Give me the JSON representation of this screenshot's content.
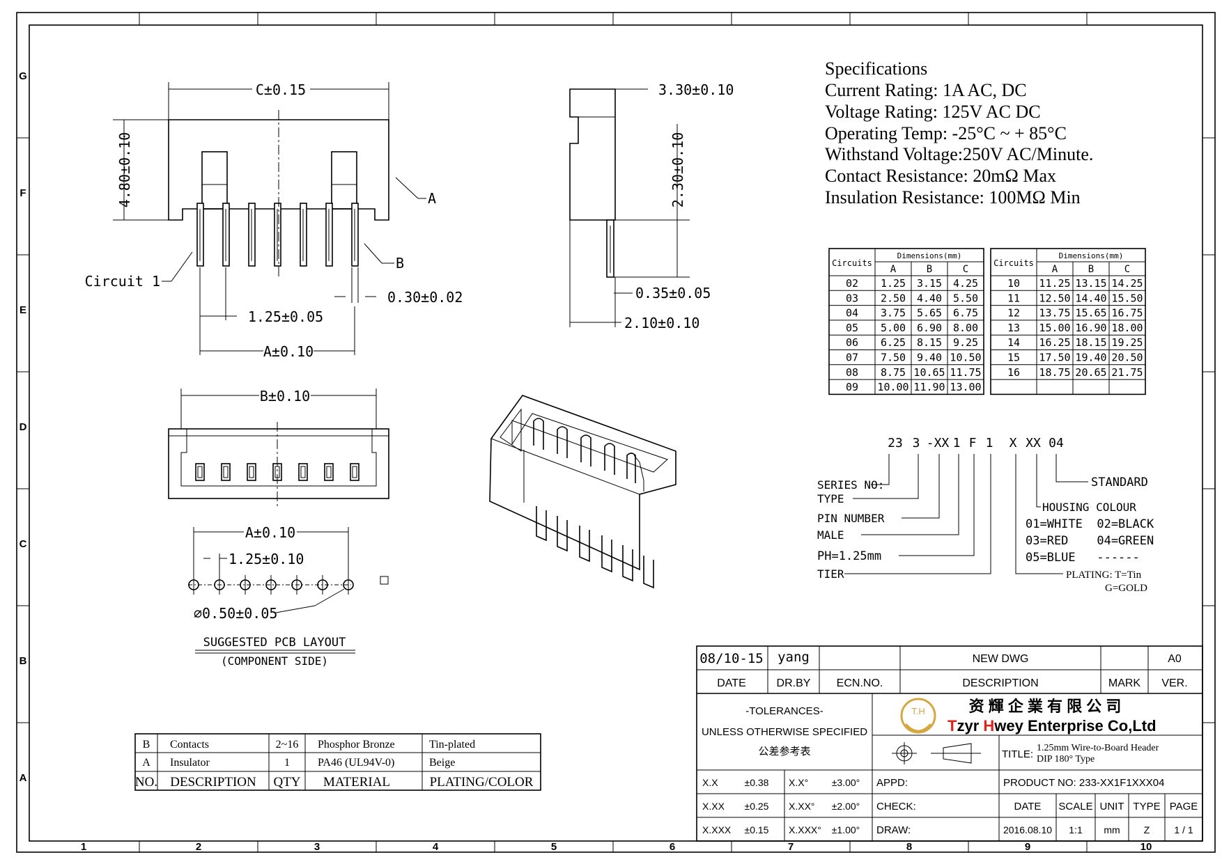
{
  "border": {
    "rows": [
      "G",
      "F",
      "E",
      "D",
      "C",
      "B",
      "A"
    ],
    "cols": [
      "1",
      "2",
      "3",
      "4",
      "5",
      "6",
      "7",
      "8",
      "9",
      "10"
    ]
  },
  "front_view": {
    "c_dim": "C±0.15",
    "height_dim": "4.80±0.10",
    "label_a": "A",
    "label_b": "B",
    "circuit1": "Circuit 1",
    "pin_width": "0.30±0.02",
    "pitch": "1.25±0.05",
    "a_dim": "A±0.10"
  },
  "side_view": {
    "depth": "3.30±0.10",
    "pin_len": "2.30±0.10",
    "pin_thk": "0.35±0.05",
    "base": "2.10±0.10"
  },
  "top_view": {
    "b_dim": "B±0.10"
  },
  "pcb_layout": {
    "a_dim": "A±0.10",
    "pitch": "1.25±0.10",
    "hole": "⌀0.50±0.05",
    "title": "SUGGESTED PCB LAYOUT",
    "subtitle": "(COMPONENT SIDE)"
  },
  "specifications": {
    "heading": "Specifications",
    "lines": [
      "Current Rating: 1A AC, DC",
      "Voltage Rating: 125V AC DC",
      "Operating Temp: -25°C ~ + 85°C",
      "Withstand Voltage:250V AC/Minute.",
      "Contact Resistance: 20mΩ Max",
      "Insulation Resistance: 100MΩ Min"
    ]
  },
  "dimension_table": {
    "circuits_label": "Circuits",
    "dims_label": "Dimensions(mm)",
    "cols": [
      "A",
      "B",
      "C"
    ],
    "left_rows": [
      [
        "02",
        "1.25",
        "3.15",
        "4.25"
      ],
      [
        "03",
        "2.50",
        "4.40",
        "5.50"
      ],
      [
        "04",
        "3.75",
        "5.65",
        "6.75"
      ],
      [
        "05",
        "5.00",
        "6.90",
        "8.00"
      ],
      [
        "06",
        "6.25",
        "8.15",
        "9.25"
      ],
      [
        "07",
        "7.50",
        "9.40",
        "10.50"
      ],
      [
        "08",
        "8.75",
        "10.65",
        "11.75"
      ],
      [
        "09",
        "10.00",
        "11.90",
        "13.00"
      ]
    ],
    "right_rows": [
      [
        "10",
        "11.25",
        "13.15",
        "14.25"
      ],
      [
        "11",
        "12.50",
        "14.40",
        "15.50"
      ],
      [
        "12",
        "13.75",
        "15.65",
        "16.75"
      ],
      [
        "13",
        "15.00",
        "16.90",
        "18.00"
      ],
      [
        "14",
        "16.25",
        "18.15",
        "19.25"
      ],
      [
        "15",
        "17.50",
        "19.40",
        "20.50"
      ],
      [
        "16",
        "18.75",
        "20.65",
        "21.75"
      ]
    ]
  },
  "part_code": {
    "code": [
      "23",
      "3",
      "-XX",
      "1",
      "F",
      "1",
      "X",
      "XX",
      "04"
    ],
    "series": "SERIES NO:",
    "type": "TYPE",
    "pin_number": "PIN NUMBER",
    "male": "MALE",
    "pitch": "PH=1.25mm",
    "tier": "TIER",
    "standard": "STANDARD",
    "housing": "HOUSING COLOUR",
    "colour1": "01=WHITE  02=BLACK",
    "colour2": "03=RED    04=GREEN",
    "colour3": "05=BLUE   ------",
    "plating1": "PLATING: T=Tin",
    "plating2": "G=GOLD"
  },
  "bom": {
    "rows": [
      [
        "B",
        "Contacts",
        "2~16",
        "Phosphor Bronze",
        "Tin-plated"
      ],
      [
        "A",
        "Insulator",
        "1",
        "PA46 (UL94V-0)",
        "Beige"
      ]
    ],
    "header": [
      "NO.",
      "DESCRIPTION",
      "QTY",
      "MATERIAL",
      "PLATING/COLOR"
    ]
  },
  "title_block": {
    "rev_date": "08/10-15",
    "rev_by": "yang",
    "rev_desc": "NEW DWG",
    "rev_ver": "A0",
    "h_date": "DATE",
    "h_drby": "DR.BY",
    "h_ecn": "ECN.NO.",
    "h_desc": "DESCRIPTION",
    "h_mark": "MARK",
    "h_ver": "VER.",
    "tol1": "-TOLERANCES-",
    "tol2": "UNLESS OTHERWISE SPECIFIED",
    "tol3": "公差参考表",
    "logo_text": "T.H",
    "company_cn": "资 輝 企 業 有 限 公 司",
    "company_t": "T",
    "company_zyr": "zyr ",
    "company_h": "H",
    "company_rest": "wey Enterprise Co,Ltd",
    "title_label": "TITLE:",
    "title1": "1.25mm Wire-to-Board Header",
    "title2": "DIP 180° Type",
    "tol_rows": [
      [
        "X.X",
        "±0.38",
        "X.X°",
        "±3.00°"
      ],
      [
        "X.XX",
        "±0.25",
        "X.XX°",
        "±2.00°"
      ],
      [
        "X.XXX",
        "±0.15",
        "X.XXX°",
        "±1.00°"
      ]
    ],
    "appd": "APPD:",
    "check": "CHECK:",
    "draw": "DRAW:",
    "product_no": "PRODUCT NO: 233-XX1F1XXX04",
    "h_date2": "DATE",
    "h_scale": "SCALE",
    "h_unit": "UNIT",
    "h_type": "TYPE",
    "h_page": "PAGE",
    "v_date": "2016.08.10",
    "v_scale": "1:1",
    "v_unit": "mm",
    "v_type": "Z",
    "v_page": "1 / 1"
  }
}
